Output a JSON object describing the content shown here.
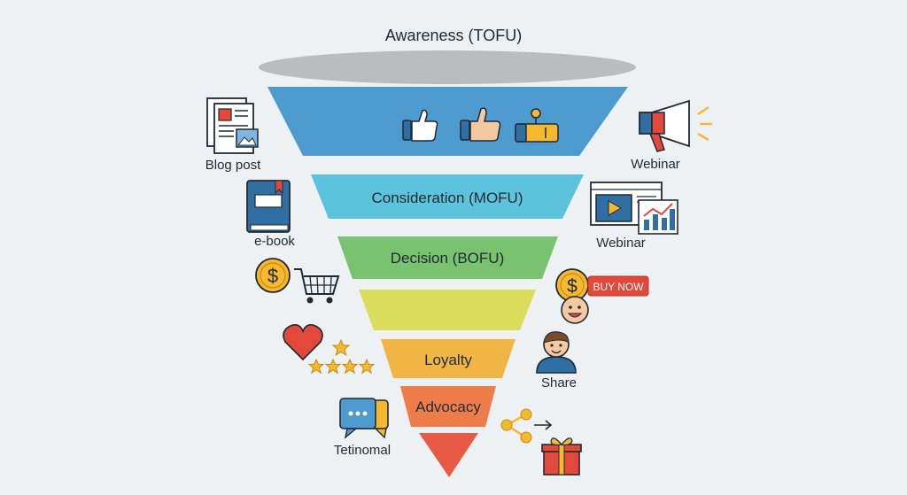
{
  "funnel": {
    "title": "Awareness (TOFU)",
    "stages": [
      {
        "label": "",
        "color": "#4e9bd0"
      },
      {
        "label": "Consideration (MOFU)",
        "color": "#5bc3dc"
      },
      {
        "label": "Decision (BOFU)",
        "color": "#79c26f"
      },
      {
        "label": "",
        "color": "#d9dd5b"
      },
      {
        "label": "Loyalty",
        "color": "#f1b544"
      },
      {
        "label": "Advocacy",
        "color": "#ef7d4a"
      },
      {
        "label": "",
        "color": "#e85a45"
      }
    ]
  },
  "side_labels": {
    "blog_post": "Blog post",
    "webinar_top": "Webinar",
    "ebook": "e-book",
    "webinar_mid": "Webinar",
    "share": "Share",
    "testimonial": "Tetinomal"
  },
  "badges": {
    "buy_now": "BUY NOW",
    "dollar": "$"
  },
  "colors": {
    "disc": "#b9bdc0",
    "ink": "#1f2a33",
    "buy_now": "#e2493b",
    "gold": "#f5b82e",
    "heart": "#e2493b"
  }
}
